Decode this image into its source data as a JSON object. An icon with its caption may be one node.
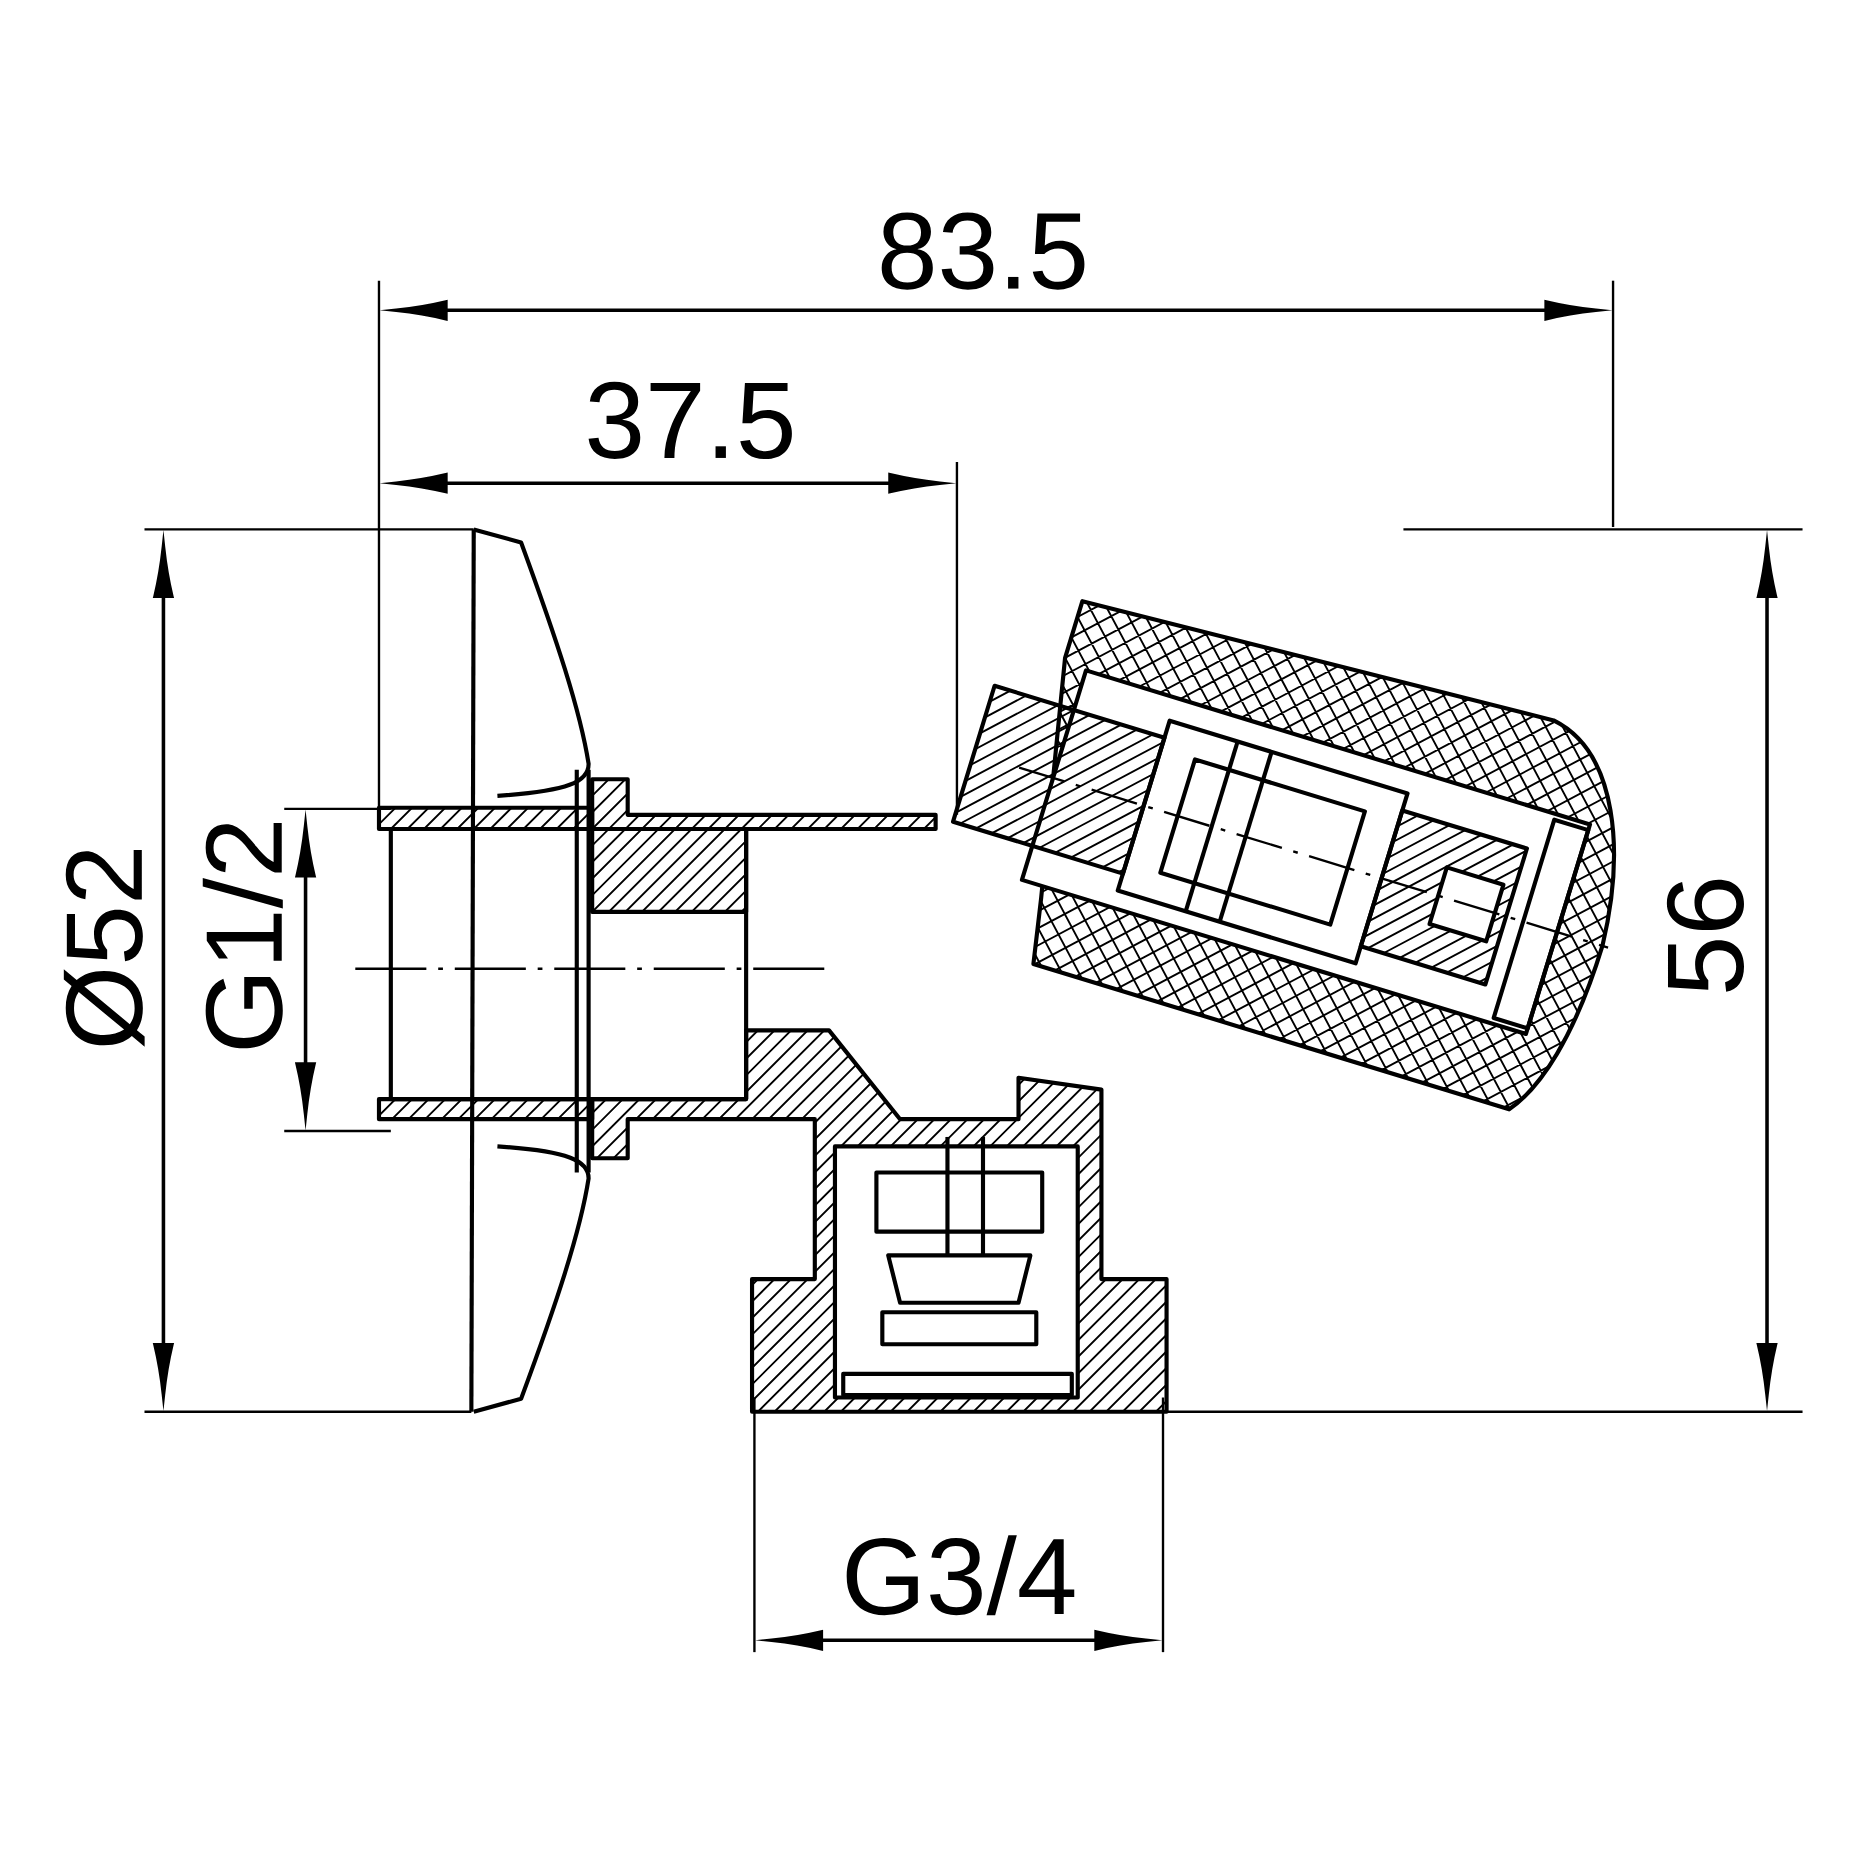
{
  "diagram": {
    "labels": [
      "83.5",
      "37.5",
      "Ø52",
      "G1/2",
      "56",
      "G3/4"
    ]
  }
}
